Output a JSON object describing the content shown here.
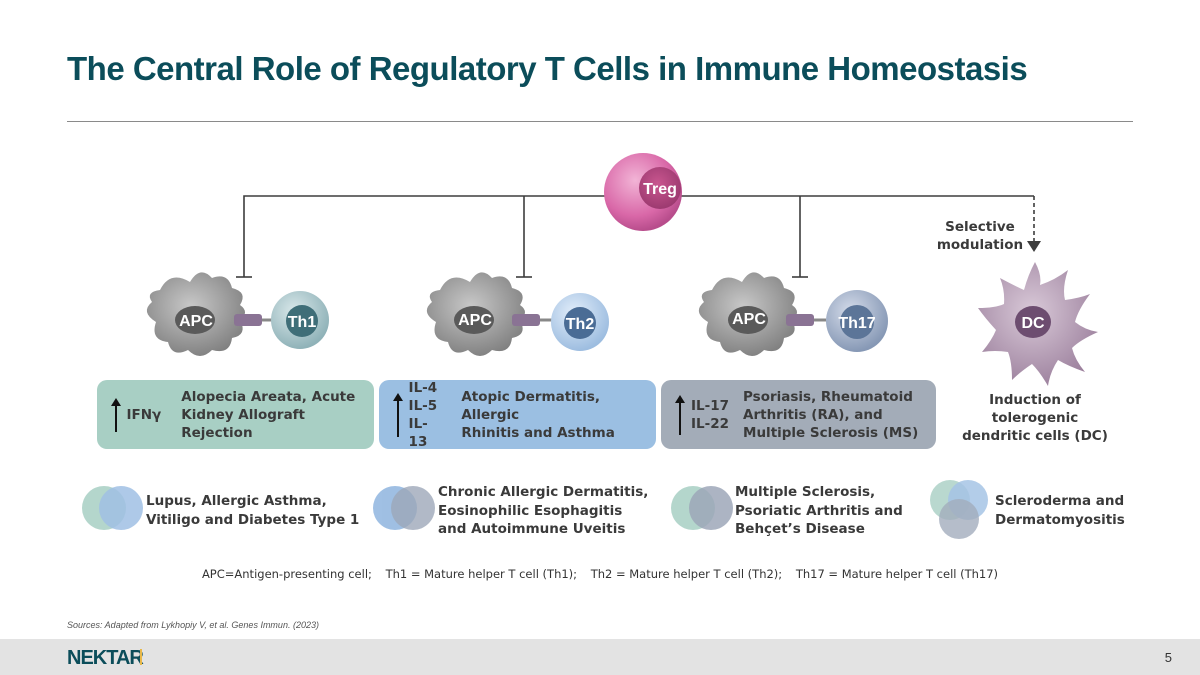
{
  "title": "The Central Role of Regulatory T Cells in Immune Homeostasis",
  "center_cell": {
    "label": "Treg",
    "color": "#d5609e"
  },
  "selective_modulation": [
    "Selective",
    "modulation"
  ],
  "pathways": [
    {
      "apc_label": "APC",
      "t_cell_label": "Th1",
      "t_cell_color": "#a9c8cc",
      "box_color": "#a8cfc4",
      "cytokines": [
        "IFNγ"
      ],
      "diseases": [
        "Alopecia Areata, Acute",
        "Kidney Allograft Rejection"
      ]
    },
    {
      "apc_label": "APC",
      "t_cell_label": "Th2",
      "t_cell_color": "#b3cde8",
      "box_color": "#9bbfe2",
      "cytokines": [
        "IL-4",
        "IL-5",
        "IL-13"
      ],
      "diseases": [
        "Atopic Dermatitis, Allergic",
        "Rhinitis and Asthma"
      ]
    },
    {
      "apc_label": "APC",
      "t_cell_label": "Th17",
      "t_cell_color": "#9fb0c8",
      "box_color": "#a3acb8",
      "cytokines": [
        "IL-17",
        "IL-22"
      ],
      "diseases": [
        "Psoriasis, Rheumatoid",
        "Arthritis (RA), and",
        "Multiple Sclerosis (MS)"
      ]
    }
  ],
  "dc": {
    "label": "DC",
    "color": "#a690a8",
    "text": [
      "Induction of",
      "tolerogenic",
      "dendritic cells (DC)"
    ]
  },
  "overlaps": [
    {
      "colors": [
        "#a8cfc4",
        "#9bbfe2"
      ],
      "text": [
        "Lupus, Allergic Asthma,",
        "Vitiligo and Diabetes Type 1"
      ]
    },
    {
      "colors": [
        "#9bbfe2",
        "#a3acb8"
      ],
      "text": [
        "Chronic Allergic Dermatitis,",
        "Eosinophilic Esophagitis",
        "and Autoimmune Uveitis"
      ]
    },
    {
      "colors": [
        "#a8cfc4",
        "#a3acb8"
      ],
      "text": [
        "Multiple Sclerosis,",
        "Psoriatic Arthritis and",
        "Behçet’s Disease"
      ]
    },
    {
      "colors": [
        "#a8cfc4",
        "#9bbfe2",
        "#a3acb8"
      ],
      "text": [
        "Scleroderma and",
        "Dermatomyositis"
      ]
    }
  ],
  "legend": [
    "APC=Antigen-presenting cell;",
    "Th1 = Mature helper T cell (Th1);",
    "Th2 = Mature helper T cell (Th2);",
    "Th17 = Mature helper T cell (Th17)"
  ],
  "sources": "Sources: Adapted from Lykhopiy V, et al. Genes Immun. (2023)",
  "footer": {
    "logo": "NEKTAR",
    "page": "5"
  }
}
